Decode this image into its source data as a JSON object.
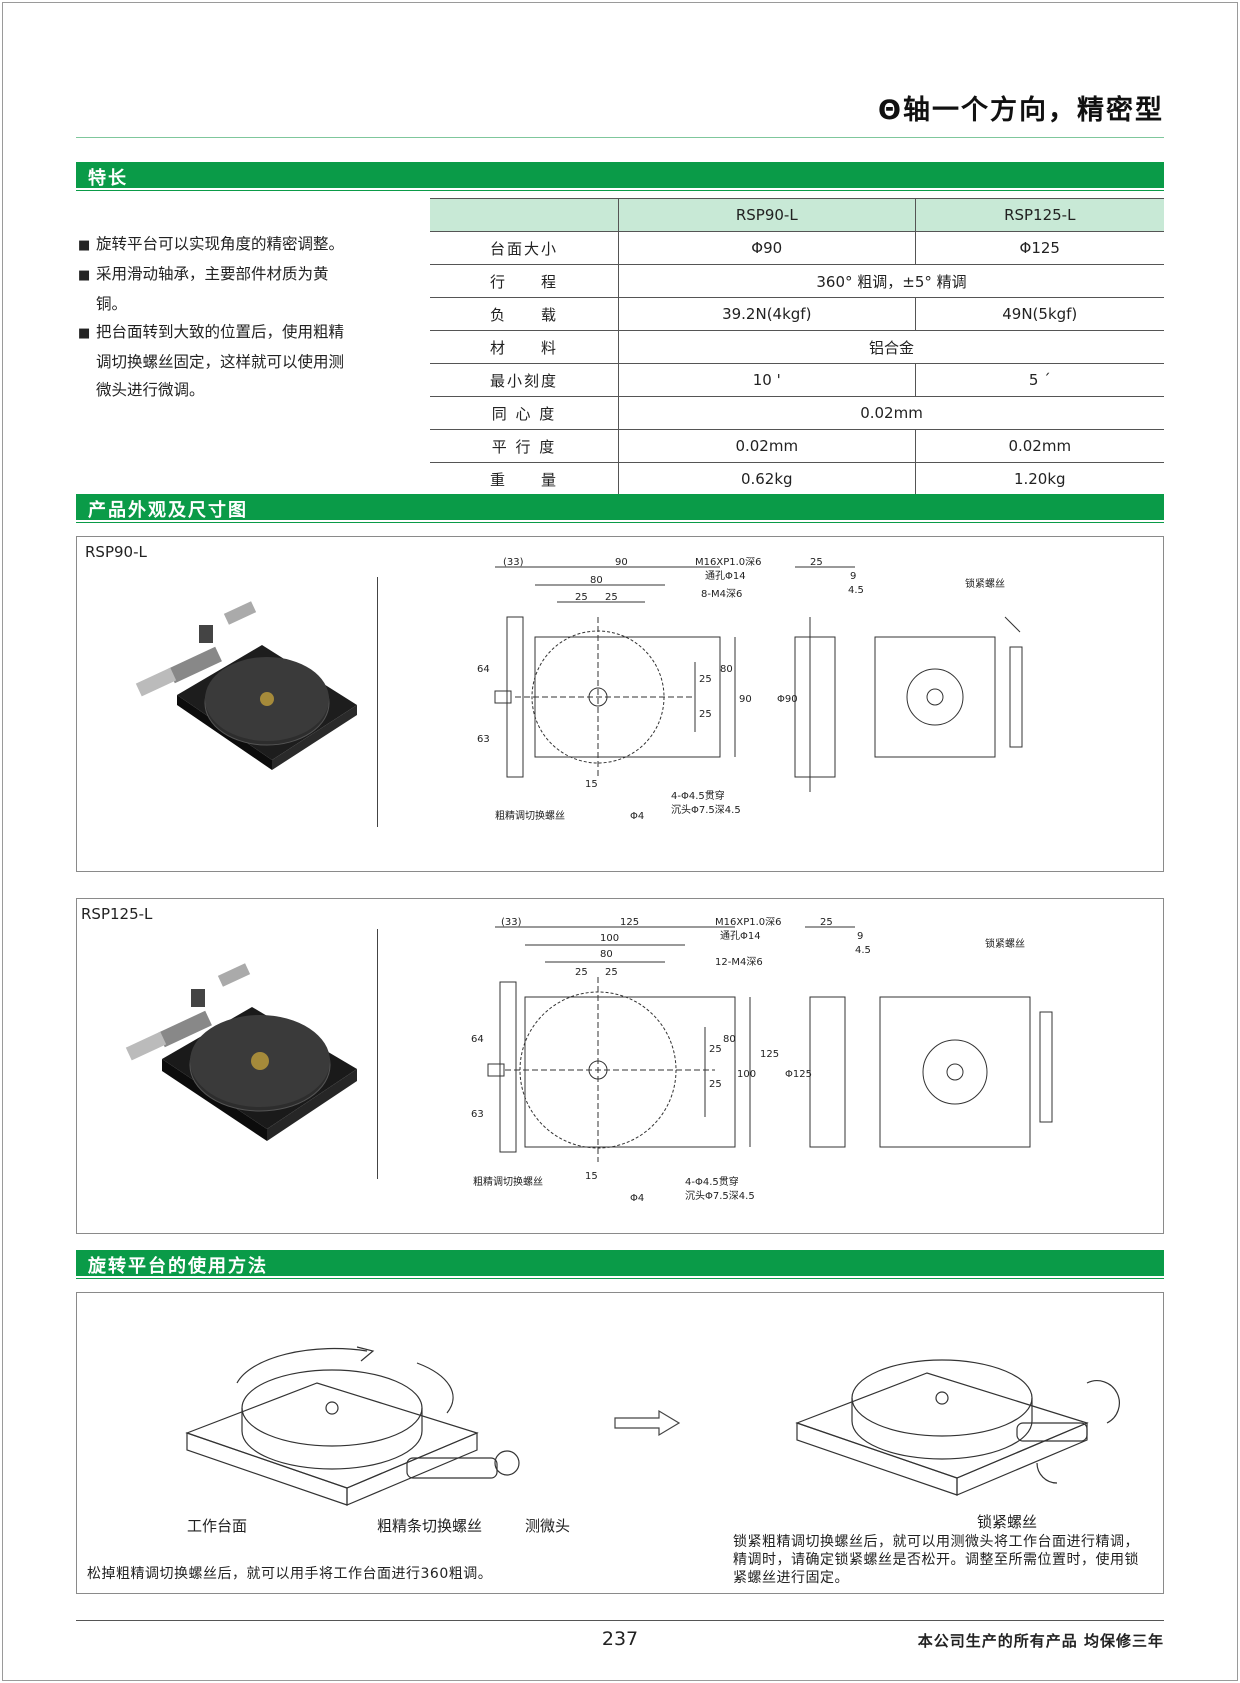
{
  "header": {
    "title": "Θ轴一个方向，精密型"
  },
  "sections": {
    "features": "特长",
    "dimensions": "产品外观及尺寸图",
    "usage": "旋转平台的使用方法"
  },
  "features": [
    "旋转平台可以实现角度的精密调整。",
    "采用滑动轴承，主要部件材质为黄铜。",
    "把台面转到大致的位置后，使用粗精调切换螺丝固定，这样就可以使用测微头进行微调。"
  ],
  "spec_table": {
    "models": [
      "RSP90-L",
      "RSP125-L"
    ],
    "rows": [
      {
        "label": "台面大小",
        "values": [
          "Φ90",
          "Φ125"
        ]
      },
      {
        "label": "行　　程",
        "merged": "360°  粗调，±5°  精调"
      },
      {
        "label": "负　　载",
        "values": [
          "39.2N(4kgf)",
          "49N(5kgf)"
        ]
      },
      {
        "label": "材　　料",
        "merged": "铝合金"
      },
      {
        "label": "最小刻度",
        "values": [
          "10 '",
          "5 ´"
        ]
      },
      {
        "label": "同 心 度",
        "merged": "0.02mm"
      },
      {
        "label": "平 行 度",
        "values": [
          "0.02mm",
          "0.02mm"
        ]
      },
      {
        "label": "重　　量",
        "values": [
          "0.62kg",
          "1.20kg"
        ]
      }
    ]
  },
  "drawings": [
    {
      "model": "RSP90-L",
      "dims": {
        "d33": "(33)",
        "d90": "90",
        "d80": "80",
        "d25a": "25",
        "d25b": "25",
        "d25c": "25",
        "d25d": "25",
        "d25e": "25",
        "d64": "64",
        "d63": "63",
        "dphi90": "Φ90",
        "d9": "9",
        "d45": "4.5",
        "d15": "15",
        "dphi4": "Φ4",
        "dv80": "80",
        "dv90": "90",
        "m16": "M16XP1.0深6",
        "hole": "通孔Φ14",
        "m4": "8-M4深6",
        "cb1": "4-Φ4.5贯穿",
        "cb2": "沉头Φ7.5深4.5",
        "lock": "锁紧螺丝",
        "switch": "粗精调切换螺丝"
      }
    },
    {
      "model": "RSP125-L",
      "dims": {
        "d33": "(33)",
        "d125": "125",
        "d100": "100",
        "d80": "80",
        "d25a": "25",
        "d25b": "25",
        "d25c": "25",
        "d25d": "25",
        "d25e": "25",
        "d64": "64",
        "d63": "63",
        "dphi125": "Φ125",
        "d9": "9",
        "d45": "4.5",
        "d15": "15",
        "dphi4": "Φ4",
        "dv80": "80",
        "dv100": "100",
        "dv125": "125",
        "m16": "M16XP1.0深6",
        "hole": "通孔Φ14",
        "m4": "12-M4深6",
        "cb1": "4-Φ4.5贯穿",
        "cb2": "沉头Φ7.5深4.5",
        "lock": "锁紧螺丝",
        "switch": "粗精调切换螺丝"
      }
    }
  ],
  "usage": {
    "labels": {
      "table": "工作台面",
      "switch": "粗精条切换螺丝",
      "micrometer": "测微头",
      "lock": "锁紧螺丝"
    },
    "left_text": "松掉粗精调切换螺丝后，就可以用手将工作台面进行360粗调。",
    "right_text": "锁紧粗精调切换螺丝后，就可以用测微头将工作台面进行精调，精调时，请确定锁紧螺丝是否松开。调整至所需位置时，使用锁紧螺丝进行固定。"
  },
  "footer": {
    "page": "237",
    "note": "本公司生产的所有产品 均保修三年"
  }
}
